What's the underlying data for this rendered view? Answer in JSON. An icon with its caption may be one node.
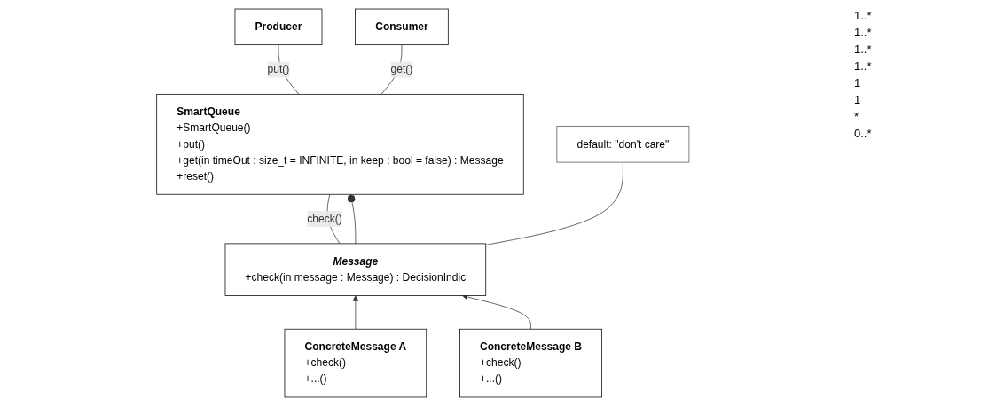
{
  "diagram": {
    "nodes": [
      {
        "text": [
          "Producer"
        ]
      },
      {
        "text": [
          "SmartQueue",
          "+SmartQueue()",
          "+put()",
          "+get(in timeOut : size_t = INFINITE, in keep : bool = false) : Message",
          "+reset()"
        ]
      },
      {
        "text": [
          "Consumer"
        ]
      },
      {
        "text": [
          "Message",
          "+check(in message : Message) : DecisionIndic"
        ]
      },
      {
        "text": [
          "default: \"don't care\""
        ]
      },
      {
        "text": [
          "ConcreteMessage A",
          "+check()",
          "+...()"
        ]
      },
      {
        "text": [
          "ConcreteMessage B",
          "+check()",
          "+...()"
        ]
      }
    ],
    "edges": [
      {
        "from": 1,
        "to": 0,
        "arrow": "none",
        "label": "put()"
      },
      {
        "from": 1,
        "to": 2,
        "arrow": "none",
        "label": "get()"
      },
      {
        "from": 3,
        "to": 1,
        "arrow": "none",
        "label": "check()"
      },
      {
        "from": 3,
        "to": 1,
        "arrow": "other"
      },
      {
        "from": 3,
        "to": 4,
        "arrow": "none"
      },
      {
        "from": 5,
        "to": 3,
        "arrow": "to"
      },
      {
        "from": 6,
        "to": 3,
        "arrow": "to"
      }
    ],
    "labels": [
      "1..*",
      "1..*",
      "1..*",
      "1..*",
      "1",
      "1",
      "*",
      "0..*"
    ]
  }
}
